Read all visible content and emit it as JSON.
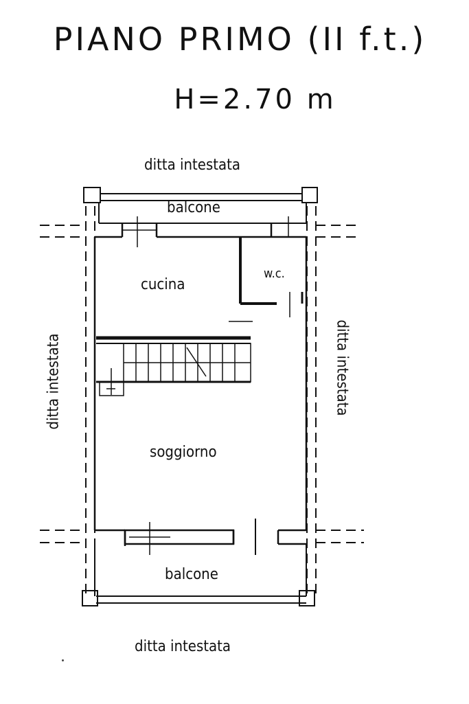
{
  "title": "PIANO PRIMO (II f.t.)",
  "height_label": "H=2.70 m",
  "rooms": {
    "balcony_top": "balcone",
    "kitchen": "cucina",
    "wc": "w.c.",
    "living": "soggiorno",
    "balcony_bottom": "balcone"
  },
  "neighbors": {
    "top": "ditta intestata",
    "left": "ditta intestata",
    "right": "ditta intestata",
    "bottom": "ditta intestata"
  }
}
